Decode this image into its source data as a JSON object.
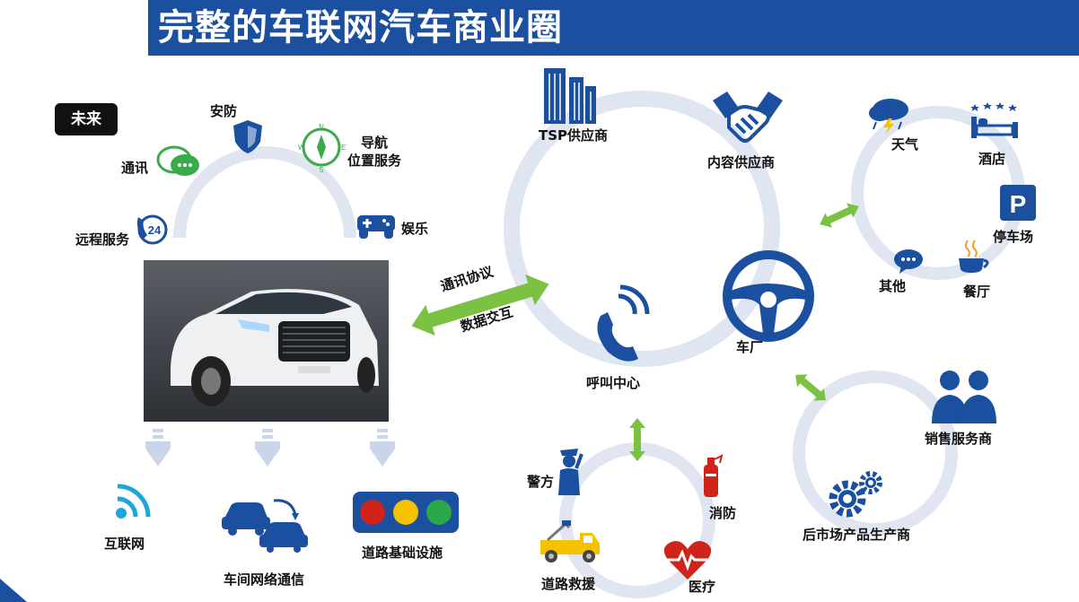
{
  "header": {
    "title": "完整的车联网汽车商业圈"
  },
  "future": {
    "tag": "未来",
    "services": {
      "security": "安防",
      "communication": "通讯",
      "navigation": "导航",
      "location": "位置服务",
      "remote": "远程服务",
      "entertainment": "娱乐"
    },
    "remote_icon_number": "24"
  },
  "link": {
    "protocol": "通讯协议",
    "data": "数据交互"
  },
  "infrastructure": {
    "internet": "互联网",
    "v2v": "车间网络通信",
    "road": "道路基础设施"
  },
  "providers": {
    "tsp": "TSP供应商",
    "content": "内容供应商",
    "oem": "车厂",
    "callcenter": "呼叫中心"
  },
  "lifestyle": {
    "weather": "天气",
    "hotel": "酒店",
    "parking": "停车场",
    "parking_icon_letter": "P",
    "other": "其他",
    "restaurant": "餐厅"
  },
  "emergency": {
    "police": "警方",
    "fire": "消防",
    "rescue": "道路救援",
    "medical": "医疗"
  },
  "aftermarket": {
    "sales": "销售服务商",
    "parts": "后市场产品生产商"
  },
  "colors": {
    "header_blue": "#1b4fa0",
    "icon_blue": "#1b4fa0",
    "ring_light": "#dfe6f1",
    "arrow_green": "#7cc242",
    "traffic_red": "#d0241b",
    "traffic_yellow": "#f5c200",
    "traffic_green": "#2aa84a"
  }
}
